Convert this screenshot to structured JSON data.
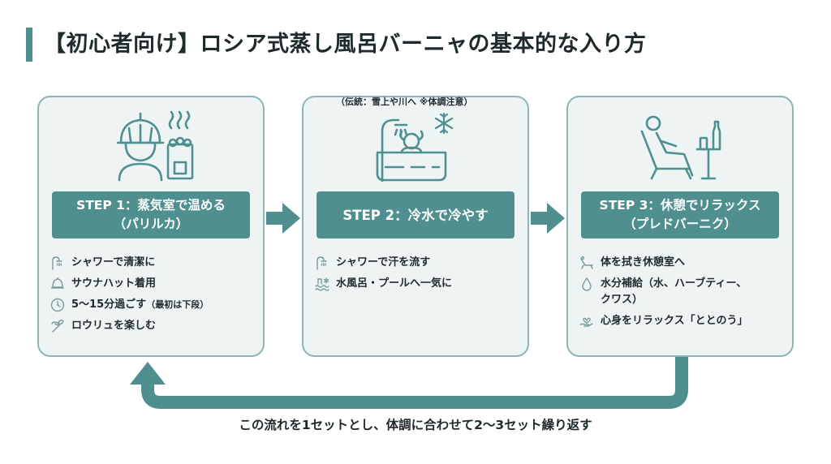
{
  "title": "【初心者向け】ロシア式蒸し風呂バーニャの基本的な入り方",
  "colors": {
    "accent": "#4f8f8f",
    "card_bg": "#eef4f4",
    "card_border": "#8fb4b6",
    "arrow": "#4f8f8f"
  },
  "steps": [
    {
      "label_line1": "STEP 1：蒸気室で温める",
      "label_line2": "（パリルカ）",
      "illustration": "sauna-hat-person-with-stove-icon",
      "items": [
        {
          "icon": "shower-icon",
          "text": "シャワーで清潔に"
        },
        {
          "icon": "sauna-hat-icon",
          "text": "サウナハット着用"
        },
        {
          "icon": "clock-icon",
          "text": "5〜15分過ごす",
          "note": "（最初は下段）"
        },
        {
          "icon": "venik-branch-icon",
          "text": "ロウリュを楽しむ"
        }
      ]
    },
    {
      "label_line1": "STEP 2：冷水で冷やす",
      "illustration": "shower-bath-snowflake-icon",
      "items": [
        {
          "icon": "shower-icon",
          "text": "シャワーで汗を流す"
        },
        {
          "icon": "cold-pool-icon",
          "text": "水風呂・プールへ一気に"
        }
      ],
      "subnote": "（伝統：雪上や川へ ※体調注意）"
    },
    {
      "label_line1": "STEP 3：休憩でリラックス",
      "label_line2": "（プレドバーニク）",
      "illustration": "person-relaxing-in-chair-icon",
      "items": [
        {
          "icon": "lounge-chair-icon",
          "text": "体を拭き休憩室へ"
        },
        {
          "icon": "water-drop-icon",
          "text": "水分補給（水、ハーブティー、",
          "text2": "クワス）"
        },
        {
          "icon": "hand-heart-icon",
          "text": "心身をリラックス「ととのう」"
        }
      ]
    }
  ],
  "footer": "この流れを1セットとし、体調に合わせて2〜3セット繰り返す"
}
